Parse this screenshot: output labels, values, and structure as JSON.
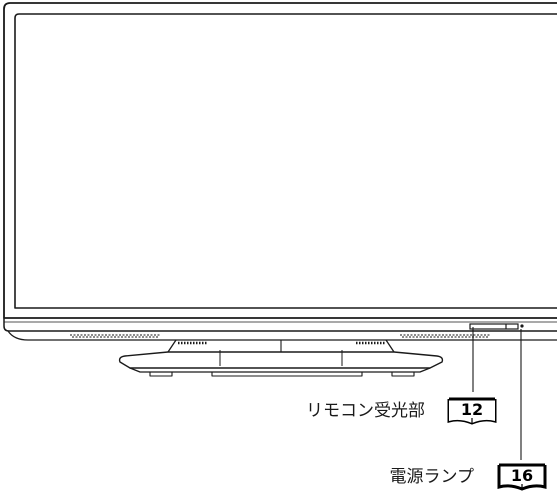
{
  "callouts": {
    "remote_sensor": {
      "label": "リモコン受光部",
      "page": "12"
    },
    "power_lamp": {
      "label": "電源ランプ",
      "page": "16"
    }
  },
  "colors": {
    "line": "#1a1a1a",
    "screen_fill": "#ffffff",
    "bezel_fill": "#ffffff"
  },
  "icons": {
    "page_reference": "open-book-icon"
  }
}
